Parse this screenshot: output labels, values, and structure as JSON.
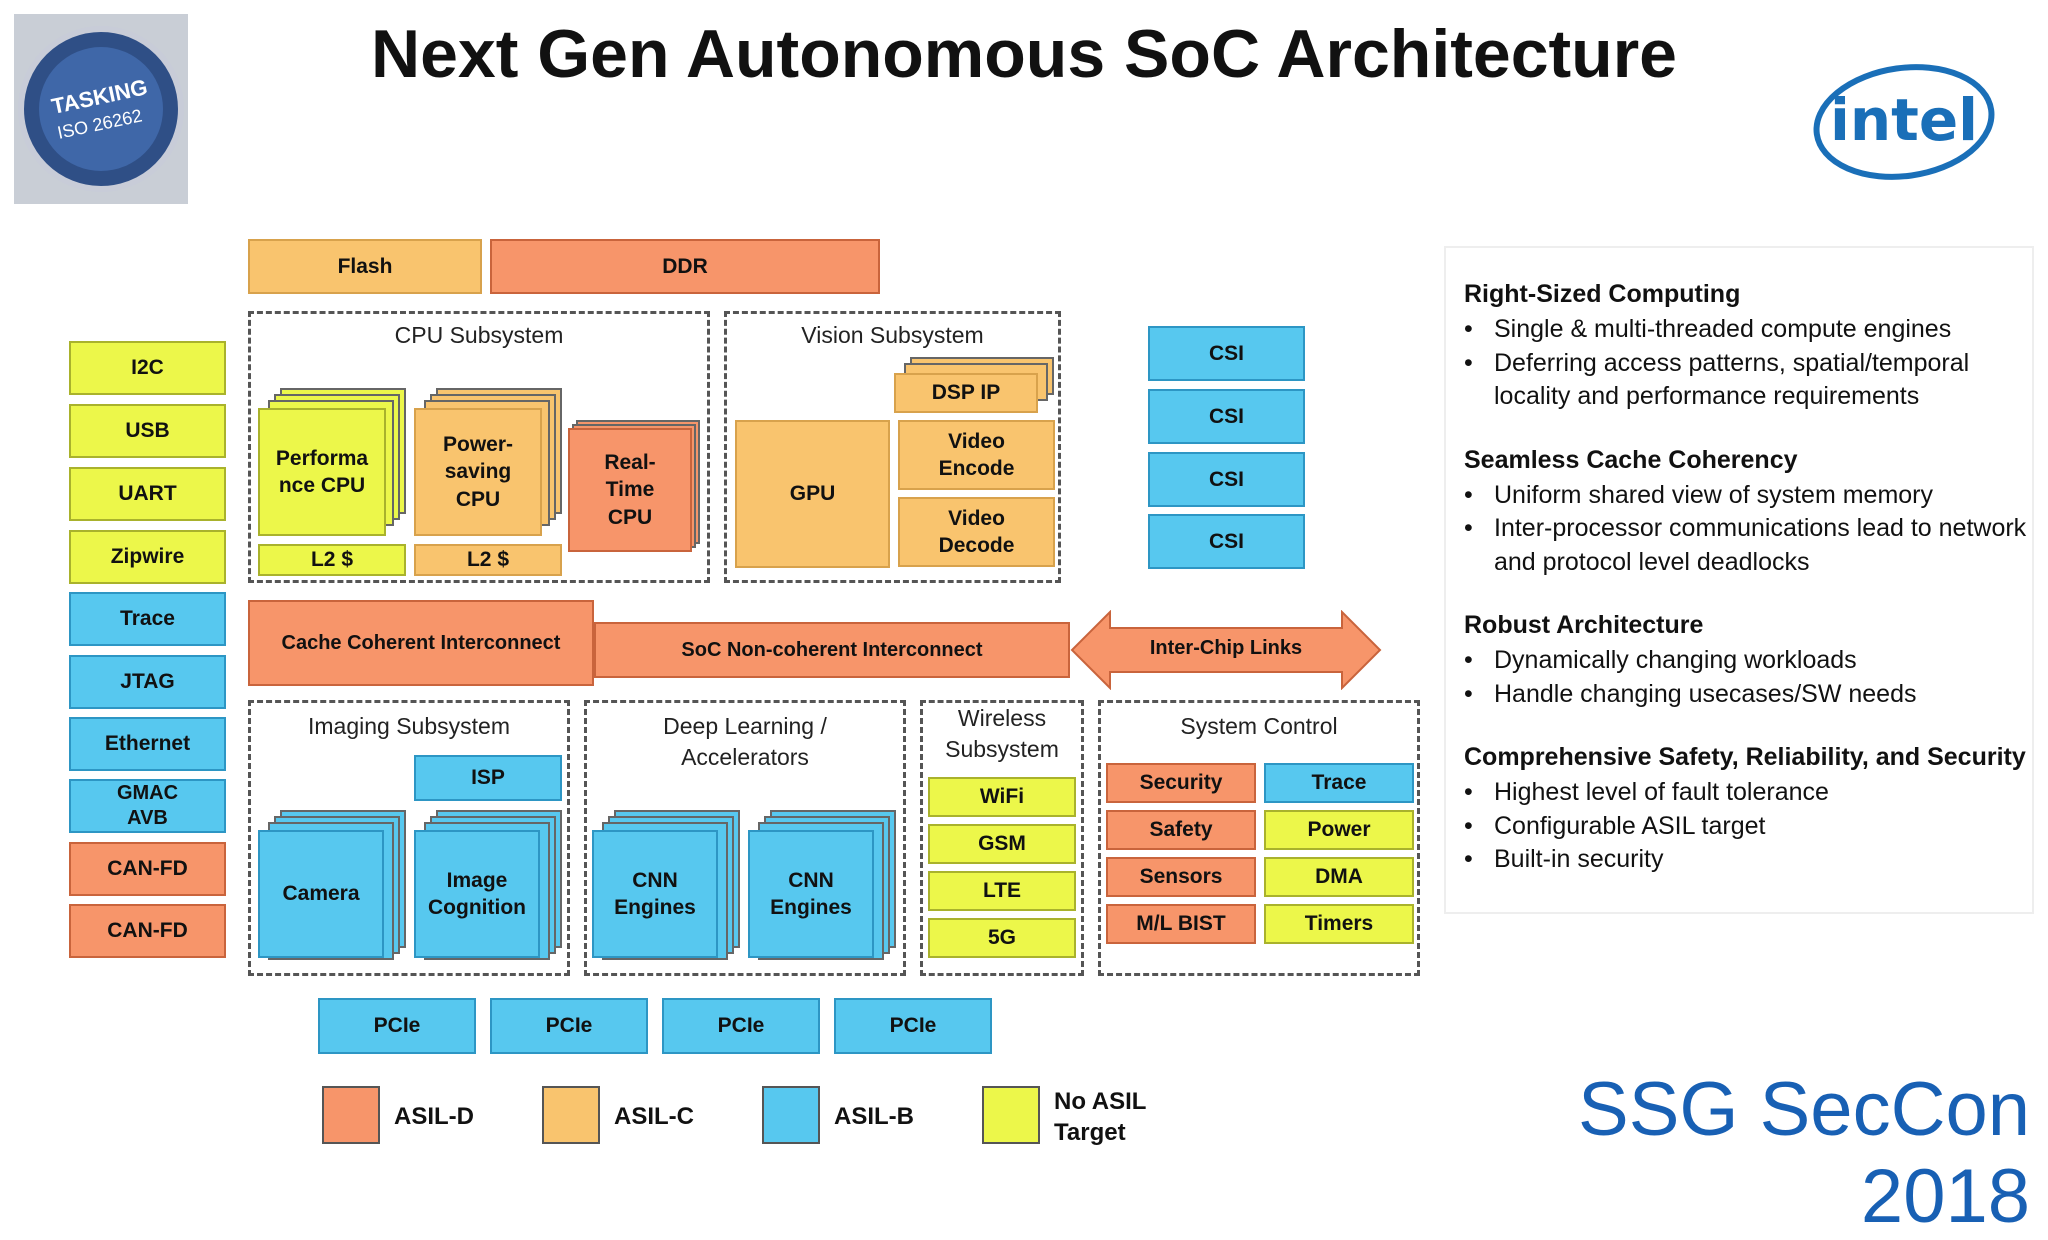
{
  "title": "Next Gen Autonomous SoC Architecture",
  "badge": {
    "line1": "TASKING",
    "line2": "ISO 26262"
  },
  "logo": "intel",
  "conference": "SSG SecCon 2018",
  "colors": {
    "asil_d": "#f7956a",
    "asil_c": "#f9c46e",
    "asil_b": "#57c8ef",
    "no_asil": "#ecf74a",
    "intel_blue": "#1a6fb8"
  },
  "memory": {
    "flash": "Flash",
    "ddr": "DDR"
  },
  "io_left": [
    "I2C",
    "USB",
    "UART",
    "Zipwire",
    "Trace",
    "JTAG",
    "Ethernet",
    "GMAC AVB",
    "CAN-FD",
    "CAN-FD"
  ],
  "cpu_subsystem": {
    "title": "CPU Subsystem",
    "perf_cpu": "Performa nce CPU",
    "power_cpu": "Power- saving CPU",
    "rt_cpu": "Real- Time CPU",
    "l2a": "L2 $",
    "l2b": "L2 $"
  },
  "vision_subsystem": {
    "title": "Vision Subsystem",
    "dsp": "DSP IP",
    "gpu": "GPU",
    "video_encode": "Video Encode",
    "video_decode": "Video Decode"
  },
  "csi": [
    "CSI",
    "CSI",
    "CSI",
    "CSI"
  ],
  "interconnect": {
    "coherent": "Cache Coherent Interconnect",
    "noncoherent": "SoC Non-coherent Interconnect",
    "interchip": "Inter-Chip Links"
  },
  "imaging": {
    "title": "Imaging Subsystem",
    "isp": "ISP",
    "camera": "Camera",
    "cognition": "Image Cognition"
  },
  "deep_learning": {
    "title": "Deep Learning / Accelerators",
    "cnn1": "CNN Engines",
    "cnn2": "CNN Engines"
  },
  "wireless": {
    "title": "Wireless Subsystem",
    "items": [
      "WiFi",
      "GSM",
      "LTE",
      "5G"
    ]
  },
  "system_control": {
    "title": "System Control",
    "items": [
      "Security",
      "Trace",
      "Safety",
      "Power",
      "Sensors",
      "DMA",
      "M/L BIST",
      "Timers"
    ]
  },
  "pcie": [
    "PCIe",
    "PCIe",
    "PCIe",
    "PCIe"
  ],
  "legend": [
    "ASIL-D",
    "ASIL-C",
    "ASIL-B",
    "No ASIL Target"
  ],
  "right_panel": {
    "sections": [
      {
        "heading": "Right-Sized Computing",
        "items": [
          "Single & multi-threaded compute engines",
          "Deferring access patterns, spatial/temporal locality and performance requirements"
        ]
      },
      {
        "heading": "Seamless Cache Coherency",
        "items": [
          "Uniform shared view of system memory",
          "Inter-processor communications lead to network and protocol level deadlocks"
        ]
      },
      {
        "heading": "Robust Architecture",
        "items": [
          "Dynamically changing workloads",
          "Handle changing usecases/SW needs"
        ]
      },
      {
        "heading": "Comprehensive Safety, Reliability, and Security",
        "items": [
          "Highest level of fault tolerance",
          "Configurable ASIL target",
          "Built-in security"
        ]
      }
    ]
  }
}
